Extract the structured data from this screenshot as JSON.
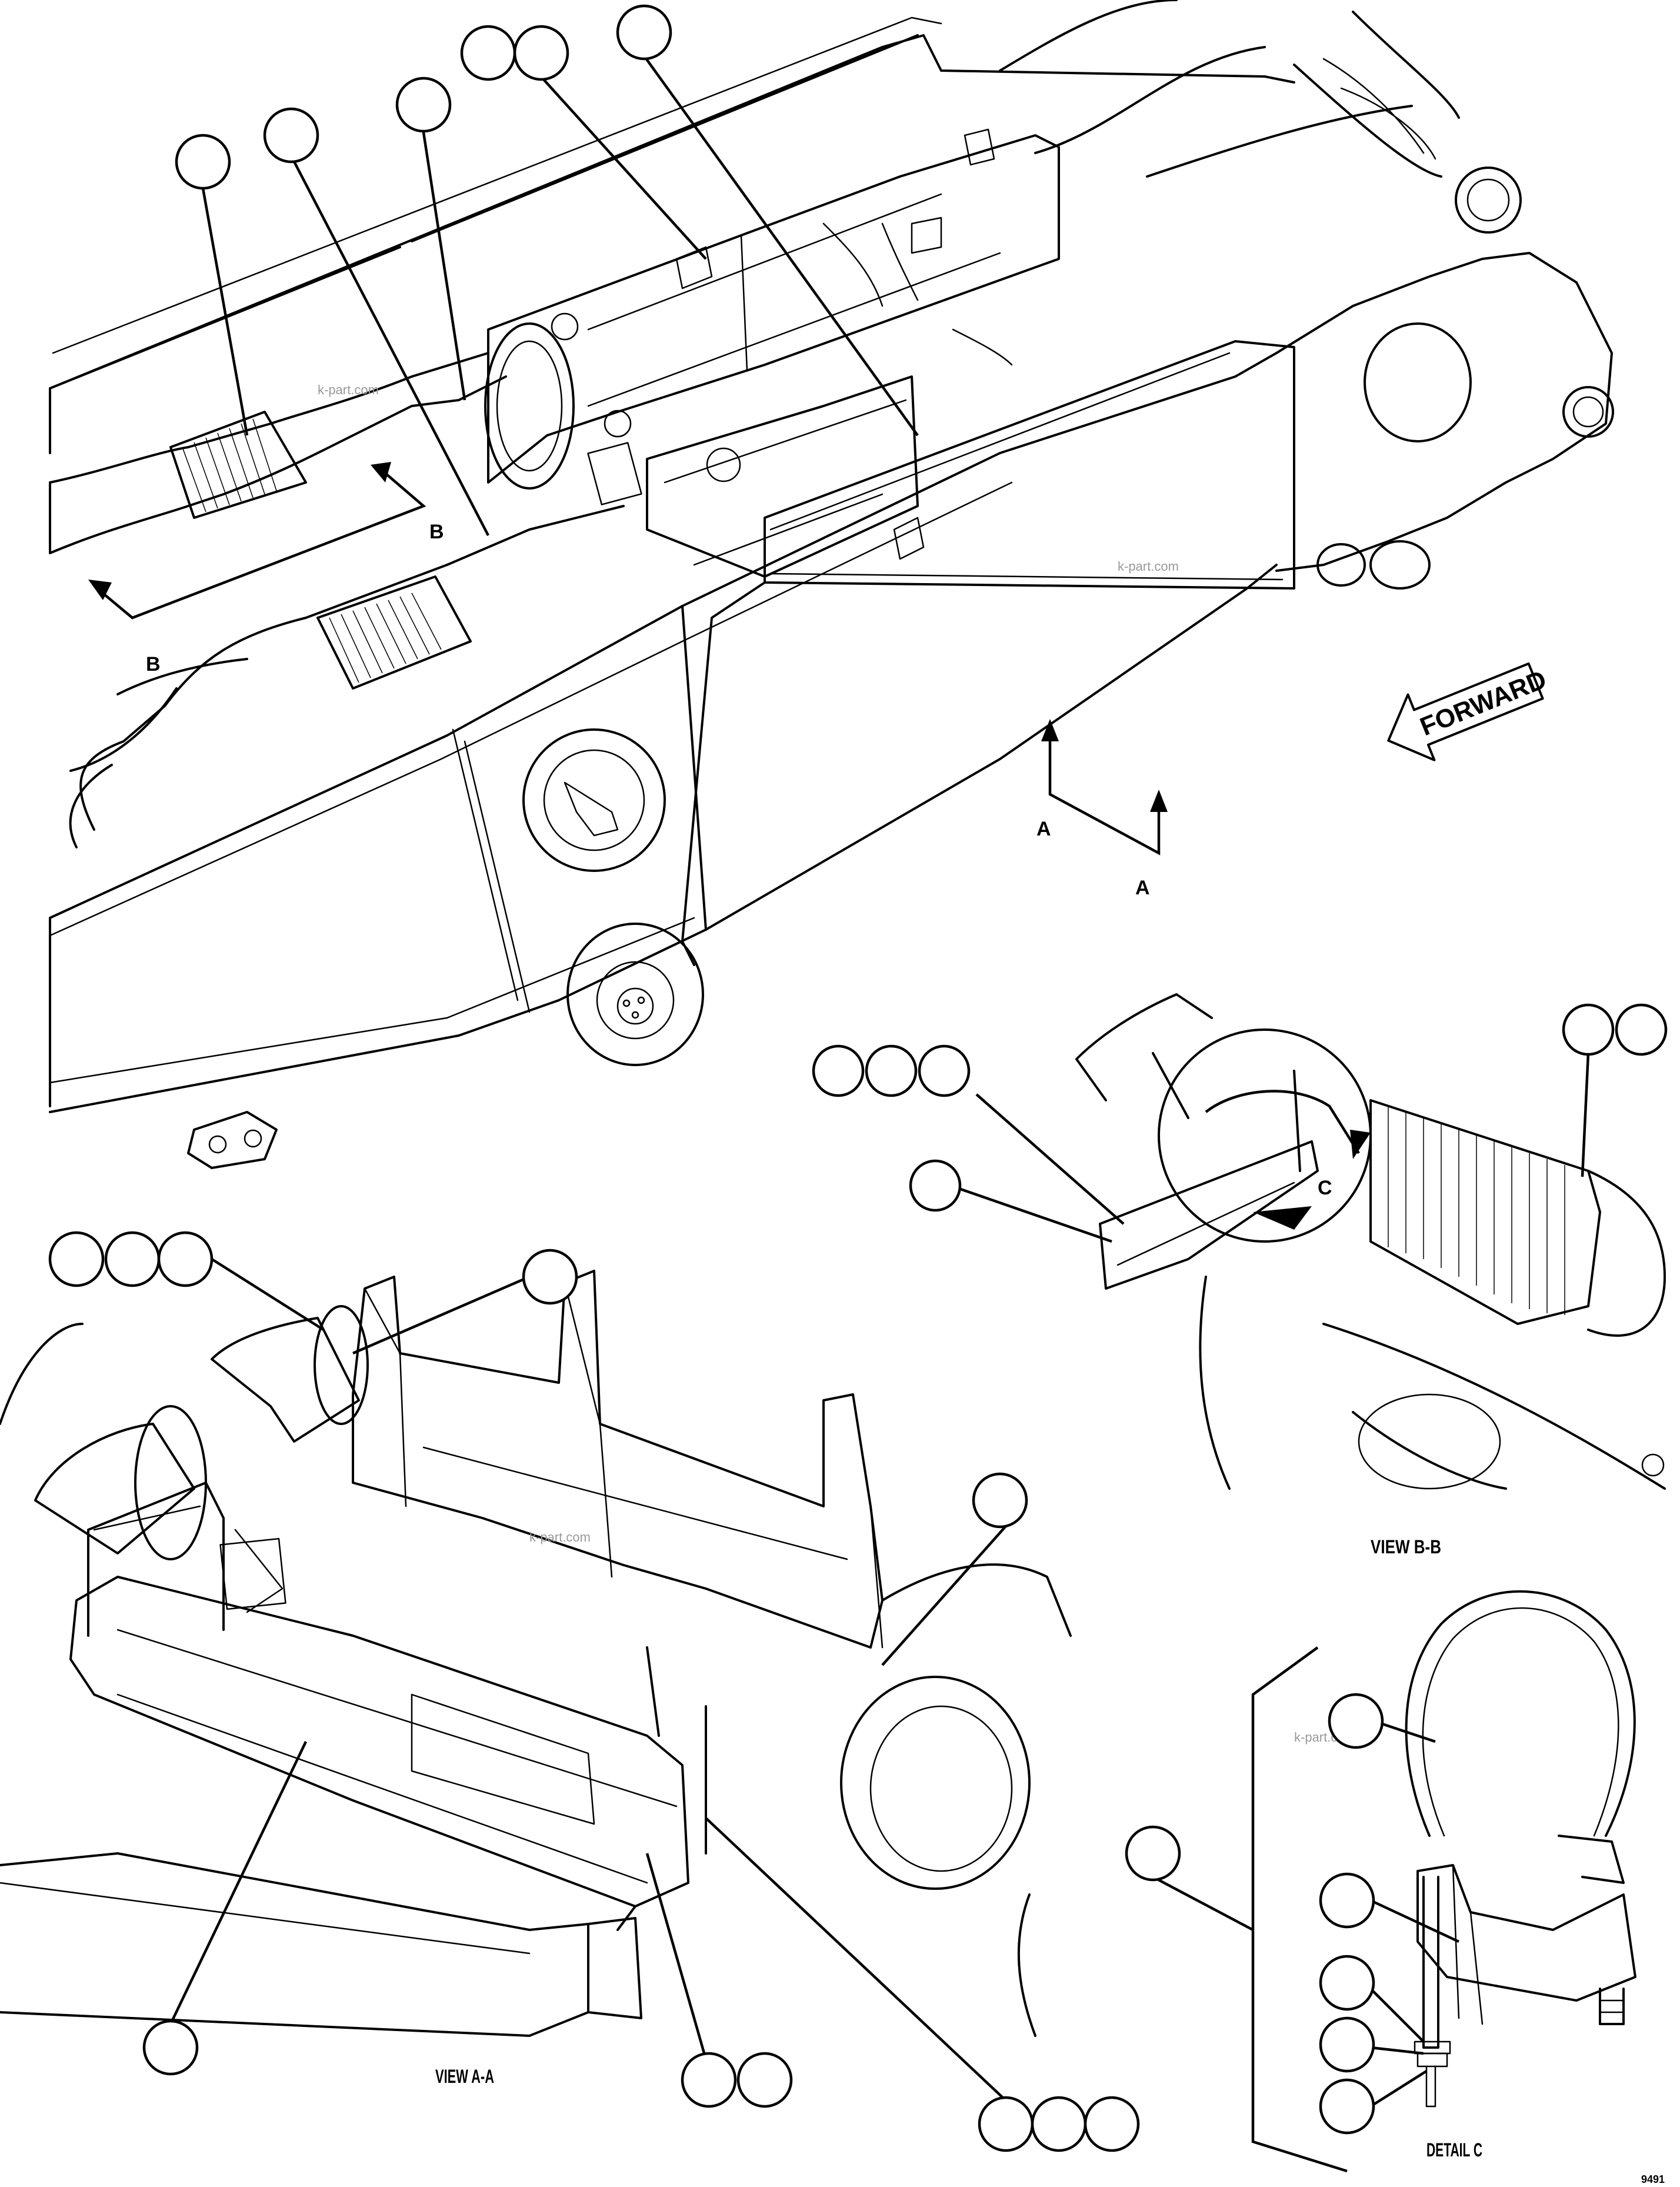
{
  "section_markers": {
    "a1": "A",
    "a2": "A",
    "b1": "B",
    "b2": "B",
    "c": "C"
  },
  "forward_label": "FORWARD",
  "view_titles": {
    "view_bb": "VIEW B-B",
    "view_aa": "VIEW A-A",
    "detail_c": "DETAIL C"
  },
  "watermark": "k-part.com",
  "figure_id": "9491"
}
